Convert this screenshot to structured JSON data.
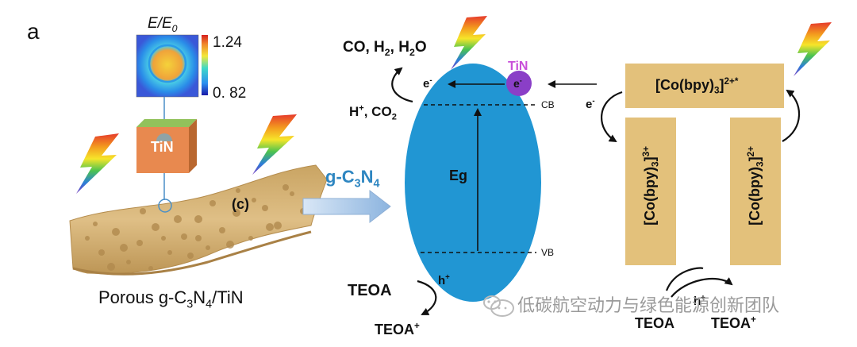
{
  "panel": {
    "label": "a"
  },
  "colorbar": {
    "title_main": "E",
    "title_sep": "/",
    "title_sub_main": "E",
    "title_sub_index": "0",
    "max_label": "1.24",
    "min_label": "0. 82"
  },
  "left": {
    "tin_label": "TiN",
    "c_label": "(c)",
    "caption_pre": "Porous g-C",
    "caption_sub": "3",
    "caption_mid": "N",
    "caption_sub2": "4",
    "caption_post": "/TiN"
  },
  "middle": {
    "gcn_pre": "g-C",
    "gcn_sub1": "3",
    "gcn_mid": "N",
    "gcn_sub2": "4",
    "products": {
      "co": "CO, H",
      "h2_sub": "2",
      "rest": ", H",
      "h2o_sub": "2",
      "o": "O"
    },
    "reactants": {
      "h": "H",
      "plus": "+",
      "rest": ", CO",
      "co2_sub": "2"
    },
    "electron_left": {
      "e": "e",
      "minus": "-"
    },
    "tin_particle": "TiN",
    "tin_electron": {
      "e": "e",
      "minus": "-"
    },
    "cb": "CB",
    "vb": "VB",
    "eg": "Eg",
    "hole": {
      "h": "h",
      "plus": "+"
    },
    "teoa": "TEOA",
    "teoa_plus": {
      "t": "TEOA",
      "plus": "+"
    }
  },
  "right": {
    "top_box": {
      "pre": "[Co(bpy)",
      "sub": "3",
      "post": "]",
      "sup": "2+*"
    },
    "left_col": {
      "pre": "[Co(bpy)",
      "sub": "3",
      "post": "]",
      "sup": "3+"
    },
    "right_col": {
      "pre": "[Co(bpy)",
      "sub": "3",
      "post": "]",
      "sup": "2+"
    },
    "electron": {
      "e": "e",
      "minus": "-"
    },
    "hole": {
      "h": "h",
      "plus": "+"
    },
    "teoa": "TEOA",
    "teoa_plus": {
      "t": "TEOA",
      "plus": "+"
    }
  },
  "watermark": "低碳航空动力与绿色能源创新团队",
  "colors": {
    "ellipse": "#2196d3",
    "box": "#e3c17b",
    "sheet": "#d7b377",
    "cube_front": "#e8894f",
    "cube_top": "#92c25b",
    "tin_purple": "#8a3fc7",
    "tin_text": "#c84fd9",
    "gcn_text": "#2e86c1"
  }
}
